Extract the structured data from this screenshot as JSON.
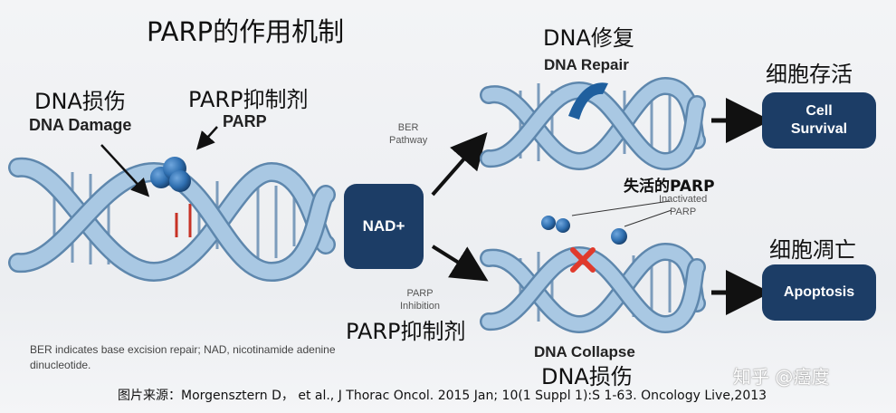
{
  "title": "PARP的作用机制",
  "left": {
    "damage_cn": "DNA损伤",
    "damage_en": "DNA Damage",
    "parp_cn": "PARP抑制剂",
    "parp_en": "PARP"
  },
  "center": {
    "nad": "NAD+",
    "ber_path_line1": "BER",
    "ber_path_line2": "Pathway",
    "inhibition_line1": "PARP",
    "inhibition_line2": "Inhibition",
    "inhibitor_cn": "PARP抑制剂"
  },
  "top": {
    "repair_cn": "DNA修复",
    "repair_en": "DNA Repair",
    "outcome_cn": "细胞存活",
    "outcome_en_line1": "Cell",
    "outcome_en_line2": "Survival"
  },
  "bottom": {
    "inactive_cn": "失活的PARP",
    "inactive_en_line1": "Inactivated",
    "inactive_en_line2": "PARP",
    "collapse_en": "DNA Collapse",
    "collapse_cn": "DNA损伤",
    "outcome_cn": "细胞凋亡",
    "outcome_en": "Apoptosis"
  },
  "footnote_line1": "BER indicates base excision repair; NAD, nicotinamide adenine",
  "footnote_line2": "dinucleotide.",
  "watermark": "知乎 @癌度",
  "source": "图片来源：Morgensztern D， et al., J Thorac Oncol. 2015 Jan; 10(1 Suppl 1):S 1-63. Oncology Live,2013",
  "colors": {
    "helix": "#9dbfdc",
    "helix_edge": "#5e87ad",
    "box": "#1c3d66",
    "protein": "#2f6fb0",
    "cross": "#e03a2c"
  }
}
